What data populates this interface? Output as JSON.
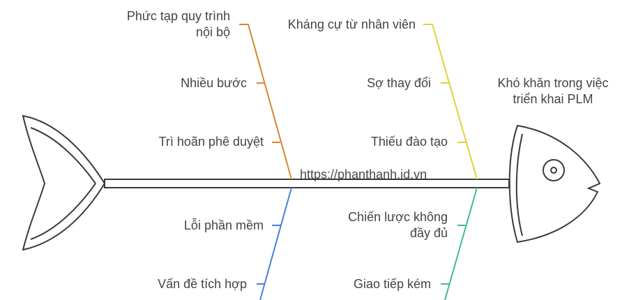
{
  "effect": "Khó khăn trong việc triển khai PLM",
  "effect_lines": [
    "Khó khăn trong việc",
    "triển khai PLM"
  ],
  "watermark": "https://phanthanh.id.vn",
  "categories": [
    {
      "id": "process",
      "color": "#d9852f",
      "causes": [
        {
          "lines": [
            "Phức tạp quy trình",
            "nội bộ"
          ]
        },
        {
          "lines": [
            "Nhiều bước"
          ]
        },
        {
          "lines": [
            "Trì hoãn phê duyệt"
          ]
        }
      ]
    },
    {
      "id": "people",
      "color": "#e0d23a",
      "causes": [
        {
          "lines": [
            "Kháng cự từ nhân viên"
          ]
        },
        {
          "lines": [
            "Sợ thay đổi"
          ]
        },
        {
          "lines": [
            "Thiếu đào tạo"
          ]
        }
      ]
    },
    {
      "id": "technology",
      "color": "#4a7fd6",
      "causes": [
        {
          "lines": [
            "Lỗi phần mềm"
          ]
        },
        {
          "lines": [
            "Vấn đề tích hợp"
          ]
        }
      ]
    },
    {
      "id": "strategy",
      "color": "#3dbf84",
      "causes": [
        {
          "lines": [
            "Chiến lược không",
            "đầy đủ"
          ]
        },
        {
          "lines": [
            "Giao tiếp kém"
          ]
        }
      ]
    }
  ]
}
